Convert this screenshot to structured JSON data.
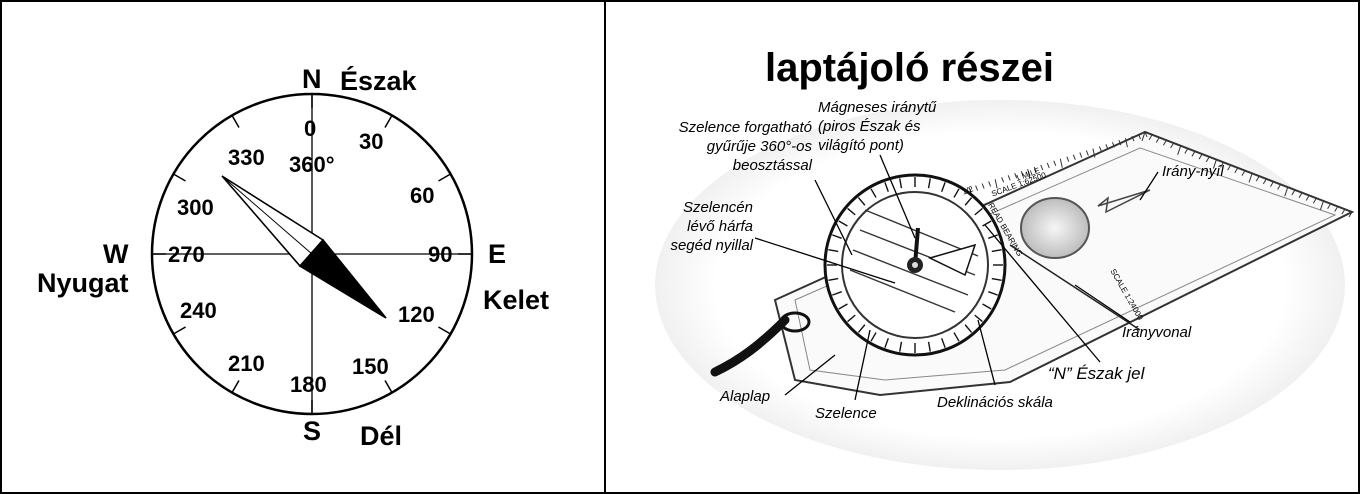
{
  "compass_card": {
    "cardinals": {
      "n": "N",
      "s": "S",
      "w": "W",
      "e": "E"
    },
    "names": {
      "north": "Észak",
      "south": "Dél",
      "west": "Nyugat",
      "east": "Kelet"
    },
    "degree_labels": {
      "d0": "0",
      "d30": "30",
      "d60": "60",
      "d90": "90",
      "d120": "120",
      "d150": "150",
      "d180": "180",
      "d210": "210",
      "d240": "240",
      "d270": "270",
      "d300": "300",
      "d330": "330",
      "d360": "360°"
    },
    "needle_bearing": 135
  },
  "baseplate_compass": {
    "title": "laptájoló részei",
    "labels": {
      "magnetic_needle": [
        "Mágneses iránytű",
        "(piros Észak és",
        "világító pont)"
      ],
      "bezel_ring": [
        "Szelence forgatható",
        "gyűrűje 360°-os",
        "beosztással"
      ],
      "housing_lines": [
        "Szelencén",
        "lévő hárfa",
        "segéd nyillal"
      ],
      "direction_arrow": "Irány-nyíl",
      "direction_line": "Irányvonal",
      "north_mark": "“N” Észak jel",
      "declination_scale": "Deklinációs skála",
      "housing": "Szelence",
      "baseplate": "Alaplap"
    },
    "printed_marks": {
      "scale_top": "SCALE 1:62500",
      "scale_bottom": "SCALE 1:24000",
      "mile": "1 MILE",
      "half": "1/2",
      "read_bearing": "READ BEARING"
    }
  }
}
